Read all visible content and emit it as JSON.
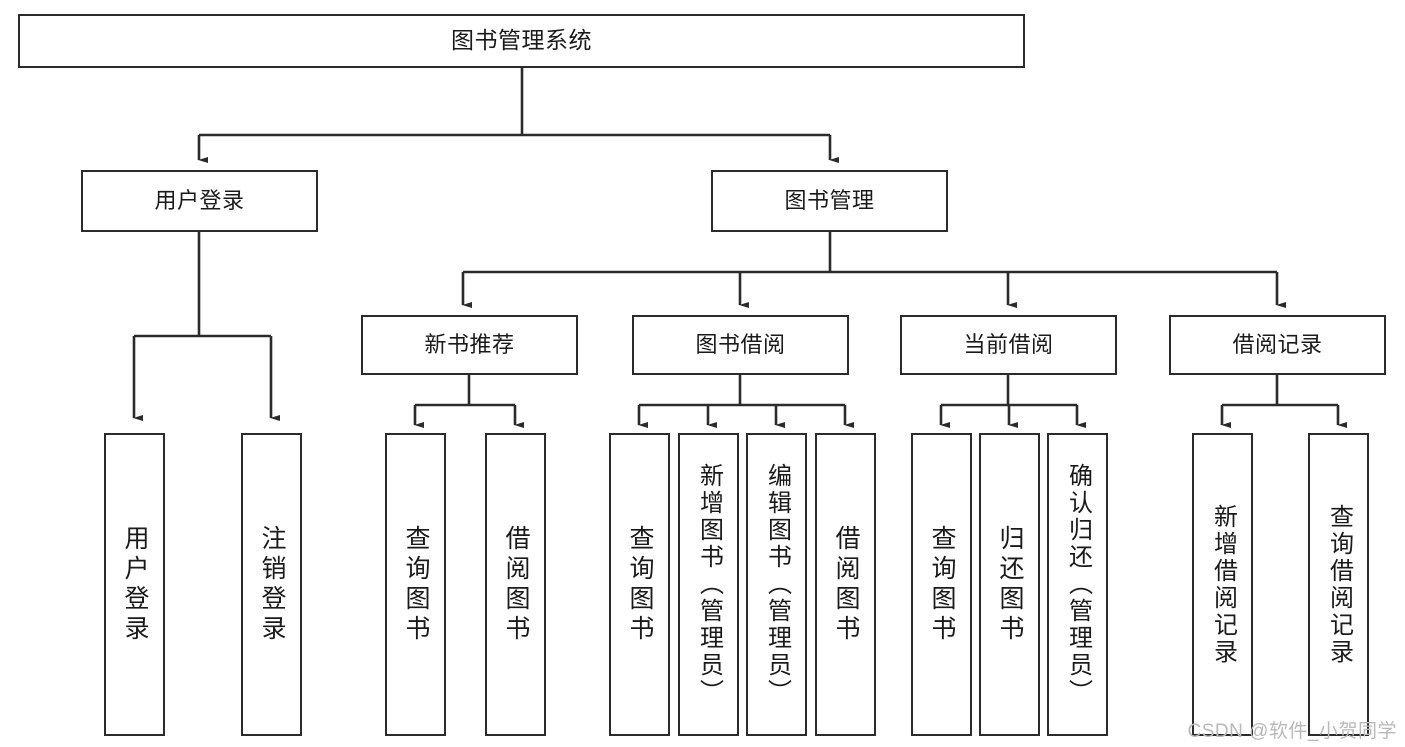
{
  "diagram": {
    "type": "tree",
    "title": "图书管理系统",
    "root": {
      "id": "root",
      "label": "图书管理系统",
      "orientation": "horizontal"
    },
    "level2": [
      {
        "id": "user-login",
        "label": "用户登录",
        "orientation": "horizontal"
      },
      {
        "id": "book-manage",
        "label": "图书管理",
        "orientation": "horizontal"
      }
    ],
    "level3": [
      {
        "id": "new-book-rec",
        "label": "新书推荐",
        "orientation": "horizontal",
        "parent": "book-manage"
      },
      {
        "id": "book-borrow",
        "label": "图书借阅",
        "orientation": "horizontal",
        "parent": "book-manage"
      },
      {
        "id": "current-borrow",
        "label": "当前借阅",
        "orientation": "horizontal",
        "parent": "book-manage"
      },
      {
        "id": "borrow-record",
        "label": "借阅记录",
        "orientation": "horizontal",
        "parent": "book-manage"
      }
    ],
    "leaves": [
      {
        "id": "leaf-user-login",
        "label": "用户登录",
        "parent": "user-login"
      },
      {
        "id": "leaf-logout",
        "label": "注销登录",
        "parent": "user-login"
      },
      {
        "id": "leaf-query-book-1",
        "label": "查询图书",
        "parent": "new-book-rec"
      },
      {
        "id": "leaf-borrow-book-1",
        "label": "借阅图书",
        "parent": "new-book-rec"
      },
      {
        "id": "leaf-query-book-2",
        "label": "查询图书",
        "parent": "book-borrow"
      },
      {
        "id": "leaf-add-book",
        "label": "新增图书（管理员）",
        "parent": "book-borrow"
      },
      {
        "id": "leaf-edit-book",
        "label": "编辑图书（管理员）",
        "parent": "book-borrow"
      },
      {
        "id": "leaf-borrow-book-2",
        "label": "借阅图书",
        "parent": "book-borrow"
      },
      {
        "id": "leaf-query-book-3",
        "label": "查询图书",
        "parent": "current-borrow"
      },
      {
        "id": "leaf-return-book",
        "label": "归还图书",
        "parent": "current-borrow"
      },
      {
        "id": "leaf-confirm-return",
        "label": "确认归还（管理员）",
        "parent": "current-borrow"
      },
      {
        "id": "leaf-add-record",
        "label": "新增借阅记录",
        "parent": "borrow-record"
      },
      {
        "id": "leaf-query-record",
        "label": "查询借阅记录",
        "parent": "borrow-record"
      }
    ],
    "colors": {
      "stroke": "#2b2b2b",
      "fill": "#ffffff",
      "text": "#1a1a1a",
      "watermark": "#b9b9b9"
    }
  },
  "watermark": {
    "text": "CSDN @软件_小贺同学"
  }
}
